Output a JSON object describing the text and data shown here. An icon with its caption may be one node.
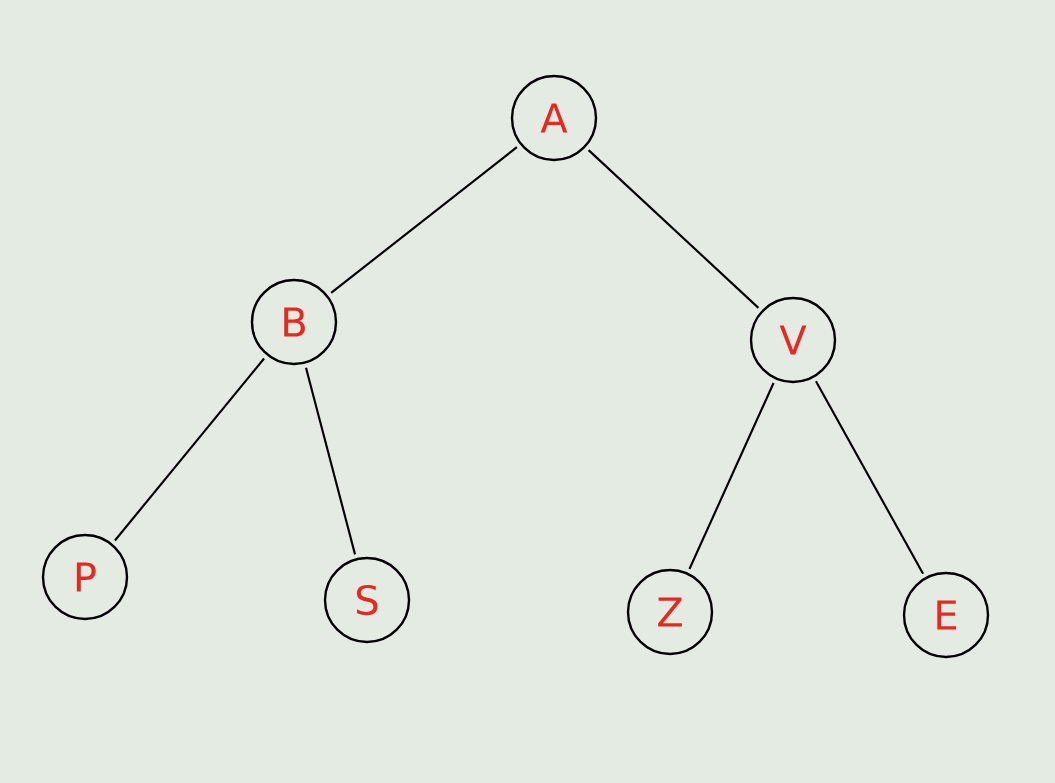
{
  "diagram": {
    "nodes": [
      {
        "text": [
          "A"
        ]
      },
      {
        "text": [
          "B"
        ]
      },
      {
        "text": [
          "V"
        ]
      },
      {
        "text": [
          "P"
        ]
      },
      {
        "text": [
          "S"
        ]
      },
      {
        "text": [
          "Z"
        ]
      },
      {
        "text": [
          "E"
        ]
      }
    ],
    "edges": [
      {
        "from": 0,
        "to": 1,
        "arrow": "none"
      },
      {
        "from": 0,
        "to": 2,
        "arrow": "none"
      },
      {
        "from": 1,
        "to": 3,
        "arrow": "none"
      },
      {
        "from": 1,
        "to": 4,
        "arrow": "none"
      },
      {
        "from": 2,
        "to": 5,
        "arrow": "none"
      },
      {
        "from": 2,
        "to": 6,
        "arrow": "none"
      }
    ]
  }
}
